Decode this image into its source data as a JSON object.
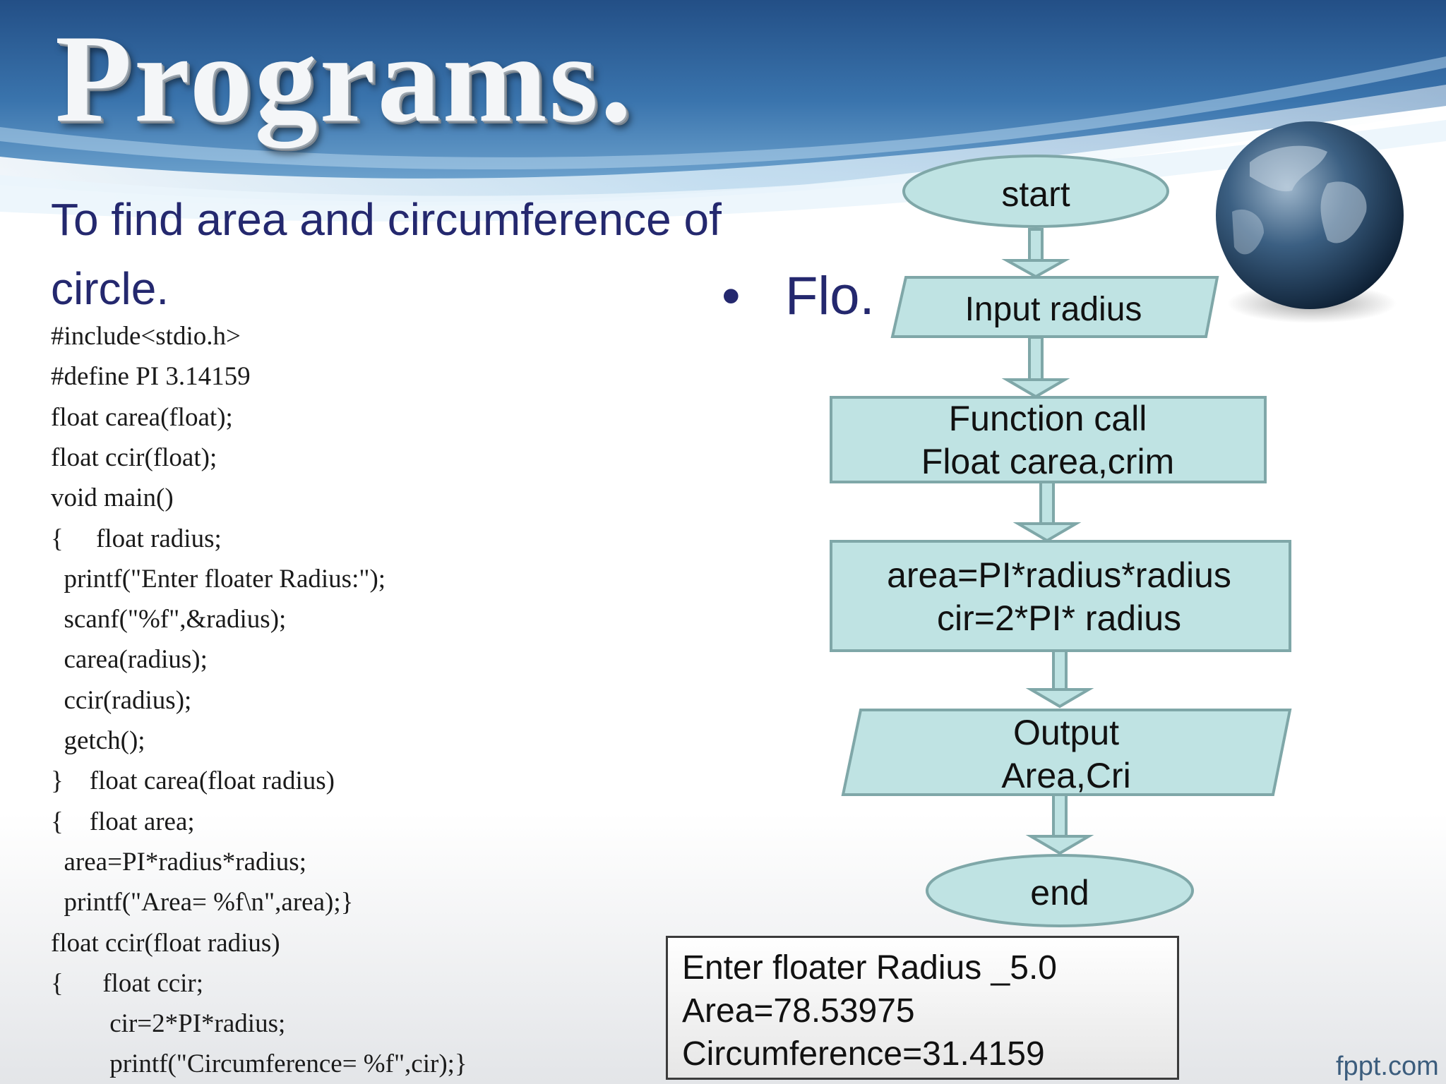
{
  "slide": {
    "title": "Programs.",
    "subtitle": "To find area and circumference of circle.",
    "bullet": "Flo.",
    "footer": "fppt.com"
  },
  "code_lines": [
    "#include<stdio.h>",
    "#define PI 3.14159",
    "float carea(float);",
    "float ccir(float);",
    "void main()",
    "{     float radius;",
    "  printf(\"Enter floater Radius:\");",
    "  scanf(\"%f\",&radius);",
    "  carea(radius);",
    "  ccir(radius);",
    "  getch();",
    "}    float carea(float radius)",
    "{    float area;",
    "  area=PI*radius*radius;",
    "  printf(\"Area= %f\\n\",area);}",
    "float ccir(float radius)",
    "{      float ccir;",
    "         cir=2*PI*radius;",
    "         printf(\"Circumference= %f\",cir);}"
  ],
  "flowchart": {
    "start": "start",
    "input": "Input  radius",
    "call": [
      "Function call",
      "Float  carea,crim"
    ],
    "compute": [
      "area=PI*radius*radius",
      "cir=2*PI* radius"
    ],
    "output": [
      "Output",
      "Area,Cri"
    ],
    "end": "end"
  },
  "console_output": [
    "Enter floater Radius _5.0",
    "Area=78.53975",
    "Circumference=31.4159"
  ],
  "colors": {
    "title_text": "#f4f6f8",
    "subtitle_text": "#24286e",
    "shape_fill": "#bfe3e3",
    "shape_stroke": "#7fa7a8",
    "header_blue": "#2f6aa0"
  }
}
